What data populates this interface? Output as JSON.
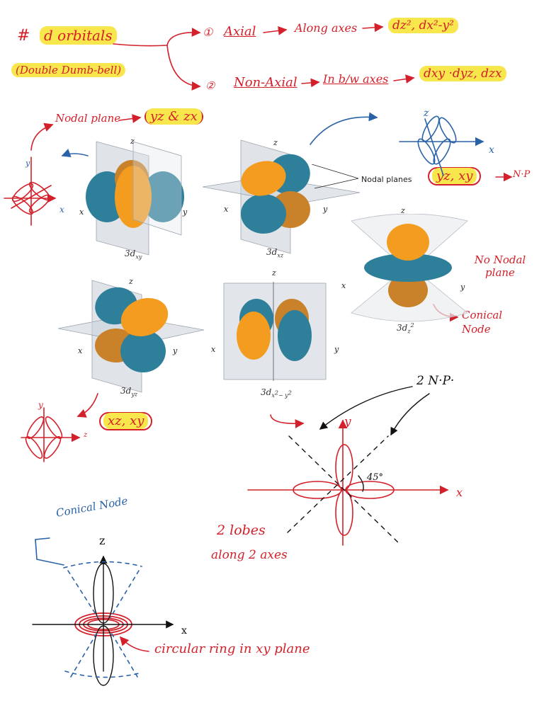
{
  "notes": {
    "title_hash": "#",
    "title": "d orbitals",
    "subtitle": "(Double Dumb-bell)",
    "branch1_num": "①",
    "branch1_type": "Axial",
    "branch1_desc": "Along axes",
    "branch1_orbitals": "dz², dx²-y²",
    "branch2_num": "②",
    "branch2_type": "Non-Axial",
    "branch2_desc": "In b/w axes",
    "branch2_orbitals": "dxy ·dyz, dzx",
    "nodal_plane_label": "Nodal plane",
    "nodal_plane_value": "yz & zx",
    "dxz_np_value": "yz, xy",
    "np_abbrev": "N·P",
    "no_nodal_plane": "No Nodal plane",
    "conical_node": "Conical Node",
    "dyz_np_value": "xz, xy",
    "two_np": "2 N·P·",
    "angle": "45°",
    "lobes_note_1": "2 lobes",
    "lobes_note_2": "along 2 axes",
    "conical_node_blue": "Conical Node",
    "circular_ring": "circular ring in xy plane",
    "sketch_x": "x",
    "sketch_y": "y",
    "sketch_z": "z",
    "sketch_small_z": "z"
  },
  "figures": {
    "dxy_caption": "3d",
    "dxy_sub": "xy",
    "dxz_caption": "3d",
    "dxz_sub": "xz",
    "dz2_caption": "3d",
    "dz2_sub": "z",
    "dz2_sup": "2",
    "dyz_caption": "3d",
    "dyz_sub": "yz",
    "dx2y2_caption": "3d",
    "dx2y2_sub": "x",
    "dx2y2_sup1": "2",
    "dx2y2_mid": "− y",
    "dx2y2_sup2": "2",
    "nodal_planes_label": "Nodal planes",
    "axis_x": "x",
    "axis_y": "y",
    "axis_z": "z"
  },
  "colors": {
    "ink_red": "#d4202a",
    "ink_blue": "#2a62a8",
    "highlight": "#f7e64c",
    "lobe_orange": "#f39c1f",
    "lobe_teal": "#2d7f9a"
  }
}
